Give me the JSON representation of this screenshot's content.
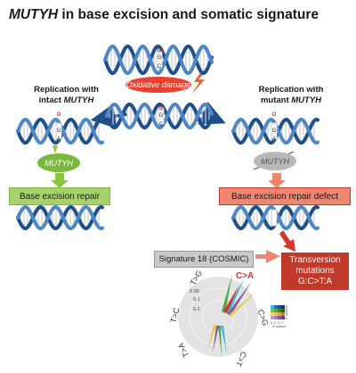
{
  "title": {
    "gene": "MUTYH",
    "rest": " in base excision and somatic signature"
  },
  "center": {
    "damage_label": "Oxidative damage",
    "top_base": "G",
    "bottom_base": "C",
    "lesion": "O"
  },
  "left": {
    "header_line1": "Replication with",
    "header_line2_prefix": "intact ",
    "header_line2_gene": "MUTYH",
    "enzyme": "MUTYH",
    "repair": "Base excision repair",
    "lesion": "O",
    "top_base": "G",
    "bottom_base": "A"
  },
  "right": {
    "header_line1": "Replication with",
    "header_line2_prefix": "mutant ",
    "header_line2_gene": "MUTYH",
    "enzyme": "MUTYH",
    "repair": "Base excision repair defect",
    "lesion": "O",
    "top_base": "G",
    "bottom_base": "A"
  },
  "outcome": {
    "signature": "Signature 18 (COSMIC)",
    "transversion_line1": "Transversion",
    "transversion_line2": "mutations",
    "transversion_line3": "G:C>T:A"
  },
  "radial": {
    "labels": [
      "T>G",
      "C>A",
      "C>G",
      "C>T",
      "T>A",
      "T>C"
    ],
    "ticks": [
      "0.05",
      "0.1",
      "0.2"
    ],
    "legend_title1": "5' context",
    "legend_title2": "3' context",
    "legend_bases": [
      "A",
      "C",
      "G",
      "T"
    ]
  },
  "colors": {
    "helix_dark": "#1f4f8a",
    "helix_light": "#4f87c5",
    "rung": "#c7ced6",
    "lesion": "#d9342b",
    "damage_fill": "#e8412f",
    "bolt": "#e8612a",
    "enzyme_green": "#7ab83f",
    "repair_green": "#8cc63f",
    "enzyme_grey": "#b8b8b8",
    "defect_fill": "#ee8670",
    "defect_border": "#c0392b",
    "signature_fill": "#c9c9c9",
    "transversion_fill": "#c0392b",
    "arrow_blue": "#1f4f8a",
    "arrow_red": "#d9342b"
  }
}
